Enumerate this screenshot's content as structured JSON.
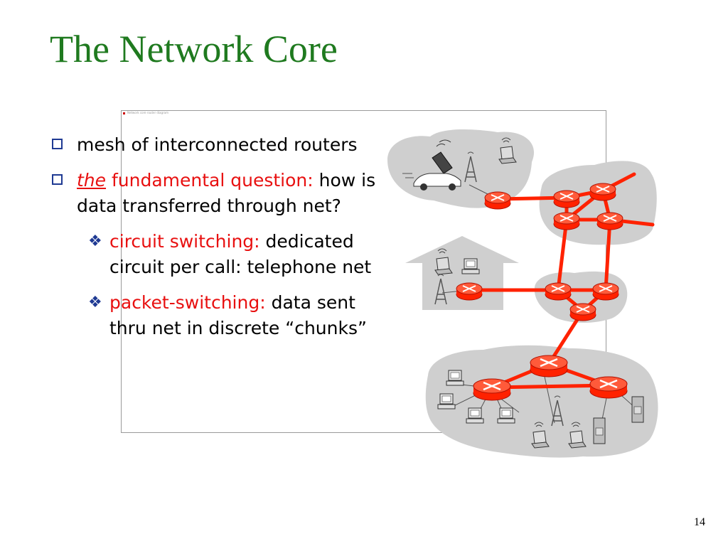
{
  "slide": {
    "title": "The Network Core",
    "page_number": "14",
    "frame_caption": "Network core router diagram"
  },
  "bullets": {
    "b1": "mesh of interconnected routers",
    "b2_the": "the",
    "b2_fundamental": " fundamental question:",
    "b2_rest": " how is data transferred through net?",
    "b2a_red": "circuit switching:",
    "b2a_rest": " dedicated circuit per call: telephone net",
    "b2b_red": "packet-switching:",
    "b2b_rest": " data sent thru net in discrete “chunks”"
  },
  "colors": {
    "title": "#1f7a1f",
    "accent_red": "#e81010",
    "router_red": "#ff2200",
    "cloud_gray": "#cfcfcf",
    "bullet_blue": "#1f3a93"
  },
  "icons": [
    "square-checkbox-bullet-icon",
    "diamond-bullet-icon",
    "router-icon",
    "cell-phone-icon",
    "car-icon",
    "laptop-icon",
    "desktop-pc-icon",
    "server-icon",
    "cell-tower-icon",
    "wireless-signal-icon",
    "house-icon"
  ]
}
